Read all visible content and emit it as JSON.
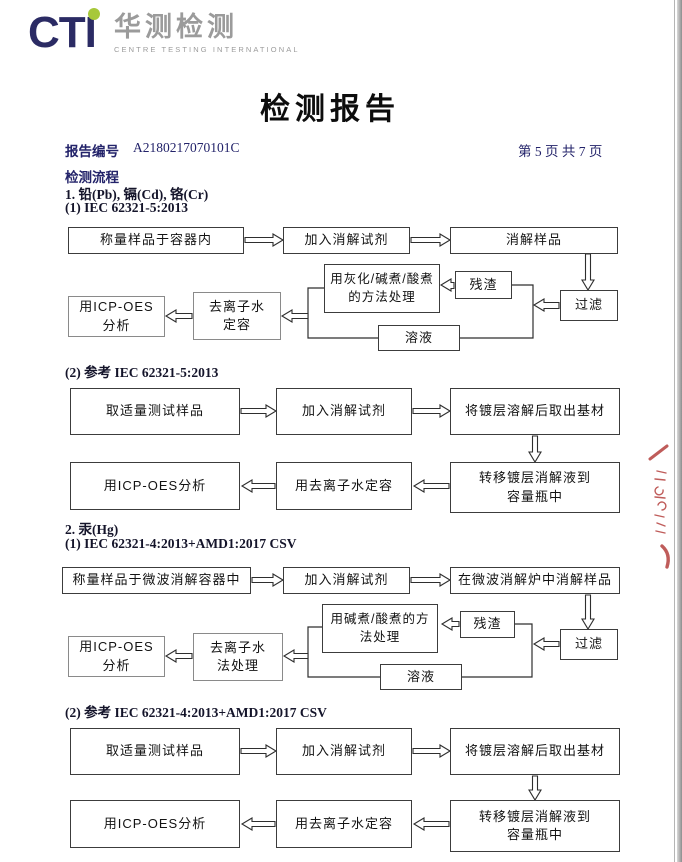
{
  "logo": {
    "cti": "CTI",
    "cn": "华测检测",
    "en": "CENTRE TESTING INTERNATIONAL",
    "navy": "#2b2b64",
    "green": "#a7c83a",
    "gray": "#9b9b9b"
  },
  "header": {
    "title": "检测报告",
    "report_no_label": "报告编号",
    "report_no": "A2180217070101C",
    "page_info": "第 5 页  共 7 页"
  },
  "sections": {
    "flow_heading": "检测流程",
    "s1_title": "1. 铅(Pb), 镉(Cd), 铬(Cr)",
    "s1_m1": "(1) IEC 62321-5:2013",
    "s1_m2": "(2) 参考 IEC 62321-5:2013",
    "s2_title": "2. 汞(Hg)",
    "s2_m1": "(1) IEC 62321-4:2013+AMD1:2017 CSV",
    "s2_m2": "(2) 参考 IEC 62321-4:2013+AMD1:2017 CSV"
  },
  "flow1": {
    "weigh": "称量样品于容器内",
    "reagent": "加入消解试剂",
    "digest": "消解样品",
    "filter": "过滤",
    "residue": "残渣",
    "treat1": "用灰化/碱煮/酸煮",
    "treat2": "的方法处理",
    "solution": "溶液",
    "vol1": "去离子水",
    "vol2": "定容",
    "icp1": "用ICP-OES",
    "icp2": "分析"
  },
  "flow2": {
    "sample": "取适量测试样品",
    "reagent": "加入消解试剂",
    "strip": "将镀层溶解后取出基材",
    "transfer1": "转移镀层消解液到",
    "transfer2": "容量瓶中",
    "vol": "用去离子水定容",
    "icp": "用ICP-OES分析"
  },
  "flow3": {
    "weigh": "称量样品于微波消解容器中",
    "reagent": "加入消解试剂",
    "digest": "在微波消解炉中消解样品",
    "filter": "过滤",
    "residue": "残渣",
    "treat1": "用碱煮/酸煮的方",
    "treat2": "法处理",
    "solution": "溶液",
    "vol1": "去离子水",
    "vol2": "法处理",
    "icp1": "用ICP-OES",
    "icp2": "分析"
  },
  "flow4": {
    "sample": "取适量测试样品",
    "reagent": "加入消解试剂",
    "strip": "将镀层溶解后取出基材",
    "transfer1": "转移镀层消解液到",
    "transfer2": "容量瓶中",
    "vol": "用去离子水定容",
    "icp": "用ICP-OES分析"
  },
  "stamp": {
    "color": "#b5403e"
  }
}
